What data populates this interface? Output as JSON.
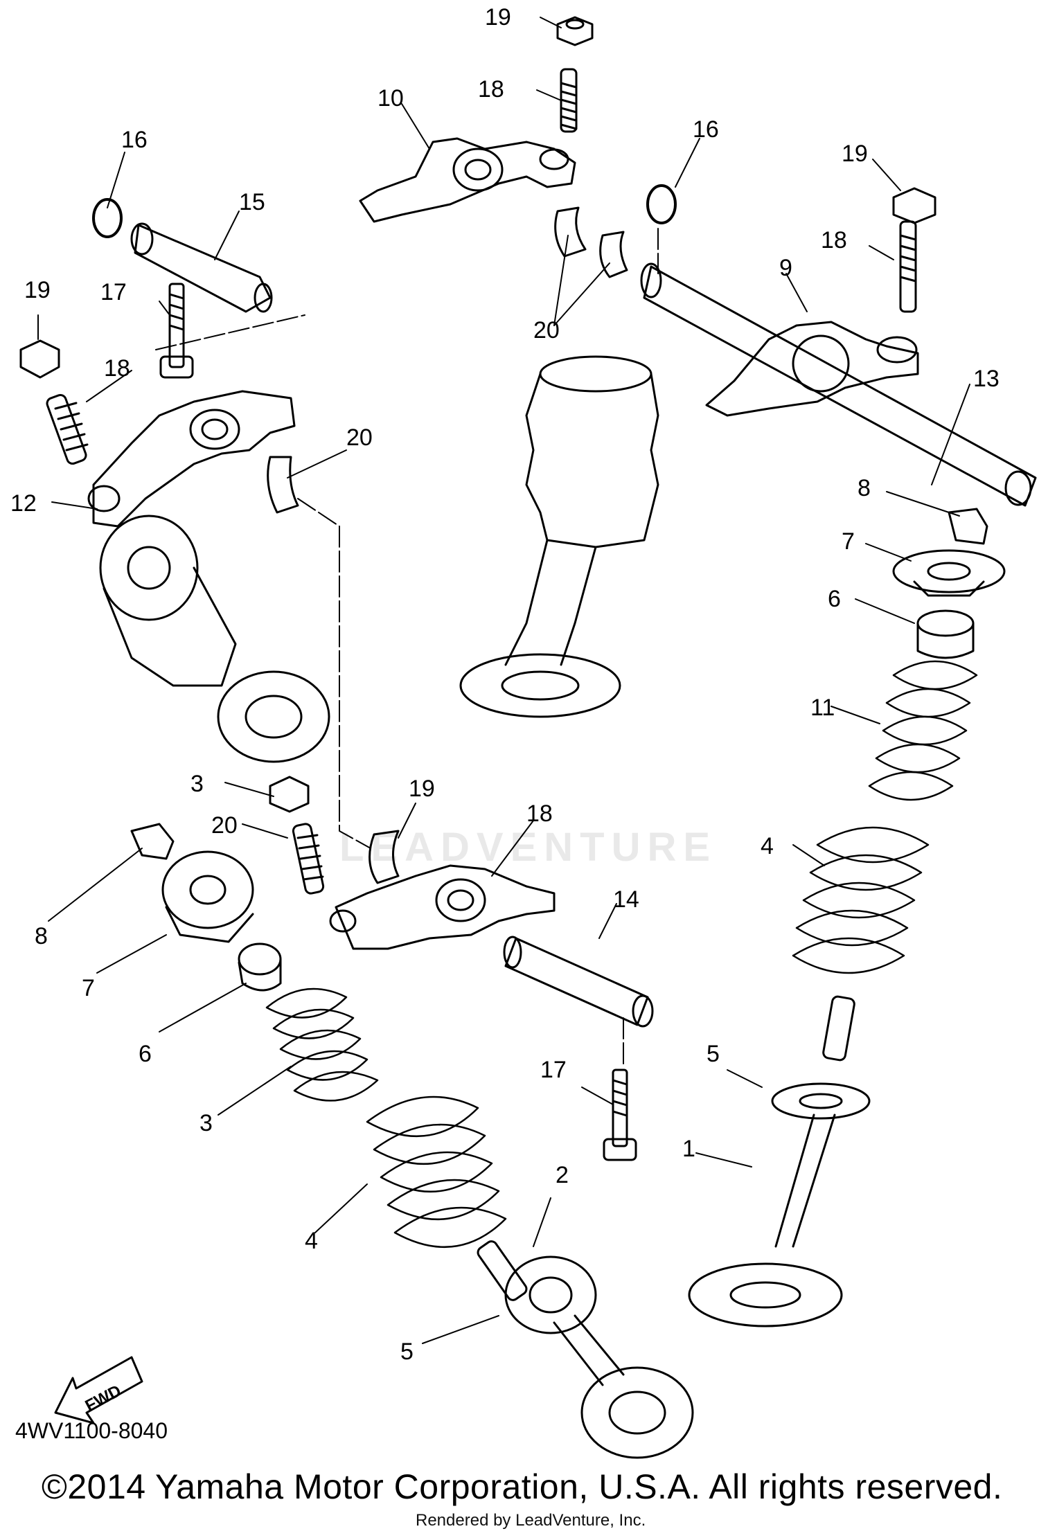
{
  "diagram": {
    "watermark": "LEADVENTURE",
    "fwd_arrow_label": "FWD",
    "part_code": "4WV1100-8040",
    "copyright": "©2014 Yamaha Motor Corporation, U.S.A. All rights reserved.",
    "rendered_by": "Rendered by LeadVenture, Inc.",
    "callouts": [
      "19",
      "18",
      "10",
      "16",
      "19",
      "18",
      "16",
      "15",
      "17",
      "19",
      "18",
      "9",
      "13",
      "20",
      "20",
      "12",
      "8",
      "7",
      "6",
      "3",
      "19",
      "20",
      "18",
      "11",
      "4",
      "8",
      "7",
      "14",
      "6",
      "5",
      "17",
      "3",
      "1",
      "2",
      "4",
      "5"
    ]
  }
}
